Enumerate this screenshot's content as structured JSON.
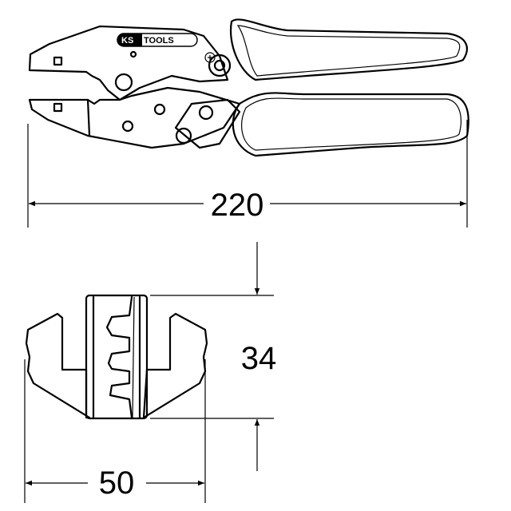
{
  "logo": {
    "brand": "KS TOOLS"
  },
  "dimensions": {
    "overall_length": "220",
    "die_height": "34",
    "die_width": "50"
  },
  "colors": {
    "line": "#000000",
    "background": "#ffffff"
  }
}
